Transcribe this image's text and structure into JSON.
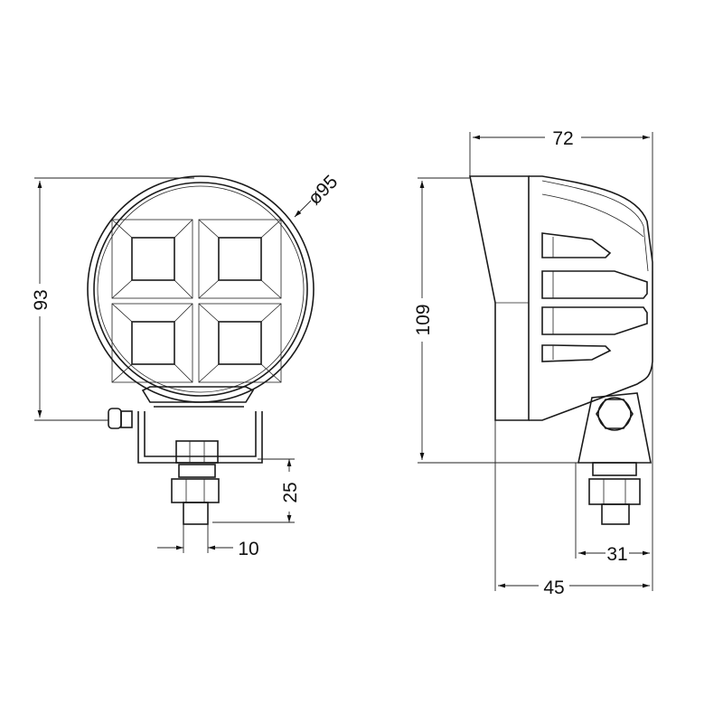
{
  "title": "Round LED work light dimension drawing",
  "views": {
    "front": {
      "diameter_label": "ø95",
      "height_label": "93",
      "bracket_offset_label": "25",
      "stud_width_label": "10"
    },
    "side": {
      "depth_label": "72",
      "height_label": "109",
      "bracket_width_label": "31",
      "base_depth_label": "45"
    }
  },
  "colors": {
    "line": "#1a1a1a",
    "background": "#ffffff"
  }
}
